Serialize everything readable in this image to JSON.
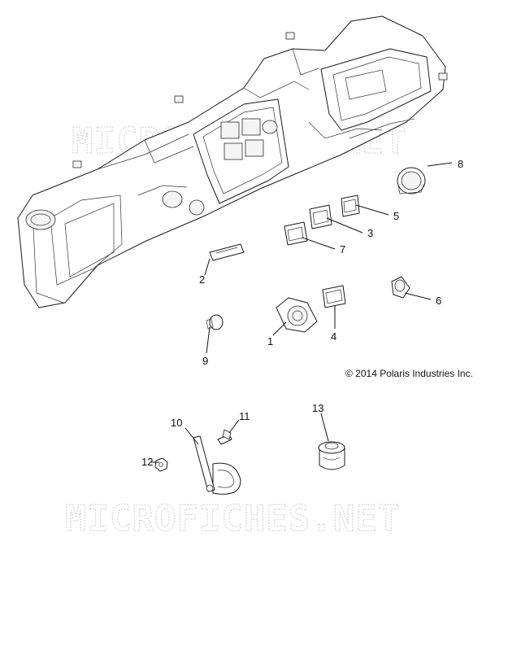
{
  "watermark": {
    "upper_text": "MICROFICHES.NET",
    "lower_text": "MICROFICHES.NET"
  },
  "copyright": "© 2014 Polaris Industries Inc.",
  "callouts": {
    "c1": "1",
    "c2": "2",
    "c3": "3",
    "c4": "4",
    "c5": "5",
    "c6": "6",
    "c7": "7",
    "c8": "8",
    "c9": "9",
    "c10": "10",
    "c11": "11",
    "c12": "12",
    "c13": "13"
  }
}
